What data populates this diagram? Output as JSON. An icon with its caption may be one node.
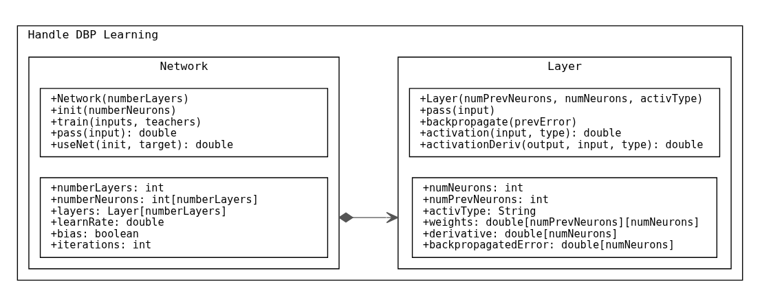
{
  "diagram": {
    "nodes": [
      {
        "text": [
          "Handle DBP Learning"
        ]
      },
      {
        "text": [
          "Network"
        ],
        "in": 0
      },
      {
        "text": [
          "+numberLayers: int",
          "+numberNeurons: int[numberLayers]",
          "+layers: Layer[numberLayers]",
          "+learnRate: double",
          "+bias: boolean",
          "+iterations: int"
        ],
        "in": 1
      },
      {
        "text": [
          "+Network(numberLayers)",
          "+init(numberNeurons)",
          "+train(inputs, teachers)",
          "+pass(input): double",
          "+useNet(init, target): double"
        ],
        "in": 1
      },
      {
        "text": [
          "Layer"
        ],
        "in": 0
      },
      {
        "text": [
          "+numNeurons: int",
          "+numPrevNeurons: int",
          "+activType: String",
          "+weights: double[numPrevNeurons][numNeurons]",
          "+derivative: double[numNeurons]",
          "+backpropagatedError: double[numNeurons]"
        ],
        "in": 4
      },
      {
        "text": [
          "+Layer(numPrevNeurons, numNeurons, activType)",
          "+pass(input)",
          "+backpropagate(prevError)",
          "+activation(input, type): double",
          "+activationDeriv(output, input, type): double"
        ],
        "in": 4
      }
    ],
    "edges": [
      {
        "from": 1,
        "to": 4,
        "arrow": "to"
      }
    ]
  }
}
